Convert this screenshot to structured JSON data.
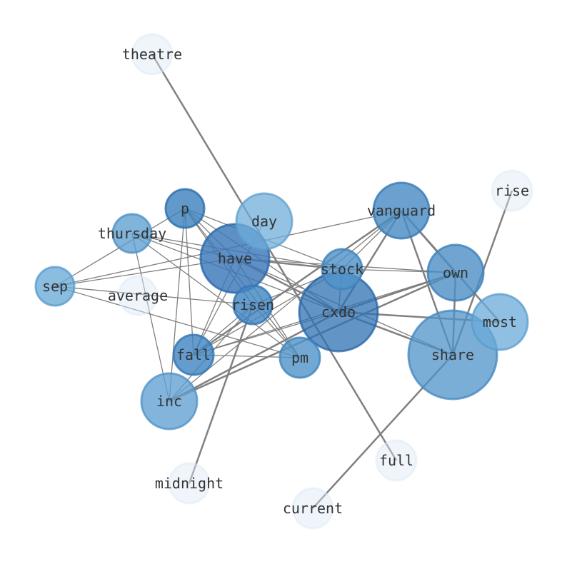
{
  "graph": {
    "nodes": [
      {
        "id": "theatre",
        "label": "theatre"
      },
      {
        "id": "rise",
        "label": "rise"
      },
      {
        "id": "vanguard",
        "label": "vanguard"
      },
      {
        "id": "p",
        "label": "p"
      },
      {
        "id": "day",
        "label": "day"
      },
      {
        "id": "thursday",
        "label": "thursday"
      },
      {
        "id": "have",
        "label": "have"
      },
      {
        "id": "stock",
        "label": "stock"
      },
      {
        "id": "own",
        "label": "own"
      },
      {
        "id": "sep",
        "label": "sep"
      },
      {
        "id": "average",
        "label": "average"
      },
      {
        "id": "risen",
        "label": "risen"
      },
      {
        "id": "cxdo",
        "label": "cxdo"
      },
      {
        "id": "most",
        "label": "most"
      },
      {
        "id": "share",
        "label": "share"
      },
      {
        "id": "fall",
        "label": "fall"
      },
      {
        "id": "pm",
        "label": "pm"
      },
      {
        "id": "inc",
        "label": "inc"
      },
      {
        "id": "full",
        "label": "full"
      },
      {
        "id": "midnight",
        "label": "midnight"
      },
      {
        "id": "current",
        "label": "current"
      }
    ],
    "edges": [
      [
        "theatre",
        "full"
      ],
      [
        "rise",
        "share"
      ],
      [
        "current",
        "share"
      ],
      [
        "midnight",
        "risen"
      ],
      [
        "vanguard",
        "own"
      ],
      [
        "vanguard",
        "most"
      ],
      [
        "vanguard",
        "share"
      ],
      [
        "vanguard",
        "cxdo"
      ],
      [
        "vanguard",
        "fall"
      ],
      [
        "vanguard",
        "inc"
      ],
      [
        "vanguard",
        "stock"
      ],
      [
        "vanguard",
        "sep"
      ],
      [
        "own",
        "share"
      ],
      [
        "own",
        "cxdo"
      ],
      [
        "own",
        "fall"
      ],
      [
        "own",
        "inc"
      ],
      [
        "own",
        "stock"
      ],
      [
        "own",
        "have"
      ],
      [
        "cxdo",
        "share"
      ],
      [
        "cxdo",
        "most"
      ],
      [
        "cxdo",
        "have"
      ],
      [
        "cxdo",
        "stock"
      ],
      [
        "cxdo",
        "inc"
      ],
      [
        "cxdo",
        "fall"
      ],
      [
        "cxdo",
        "thursday"
      ],
      [
        "cxdo",
        "p"
      ],
      [
        "have",
        "stock"
      ],
      [
        "have",
        "share"
      ],
      [
        "have",
        "fall"
      ],
      [
        "have",
        "pm"
      ],
      [
        "have",
        "p"
      ],
      [
        "have",
        "thursday"
      ],
      [
        "have",
        "sep"
      ],
      [
        "day",
        "fall"
      ],
      [
        "p",
        "stock"
      ],
      [
        "p",
        "pm"
      ],
      [
        "p",
        "risen"
      ],
      [
        "p",
        "fall"
      ],
      [
        "p",
        "inc"
      ],
      [
        "p",
        "sep"
      ],
      [
        "thursday",
        "pm"
      ],
      [
        "thursday",
        "inc"
      ],
      [
        "thursday",
        "stock"
      ],
      [
        "sep",
        "pm"
      ],
      [
        "sep",
        "risen"
      ],
      [
        "risen",
        "pm"
      ],
      [
        "risen",
        "fall"
      ],
      [
        "risen",
        "inc"
      ],
      [
        "stock",
        "fall"
      ],
      [
        "stock",
        "risen"
      ],
      [
        "fall",
        "pm"
      ]
    ]
  },
  "colors": {
    "edge": "#808080",
    "label": "#333333"
  }
}
